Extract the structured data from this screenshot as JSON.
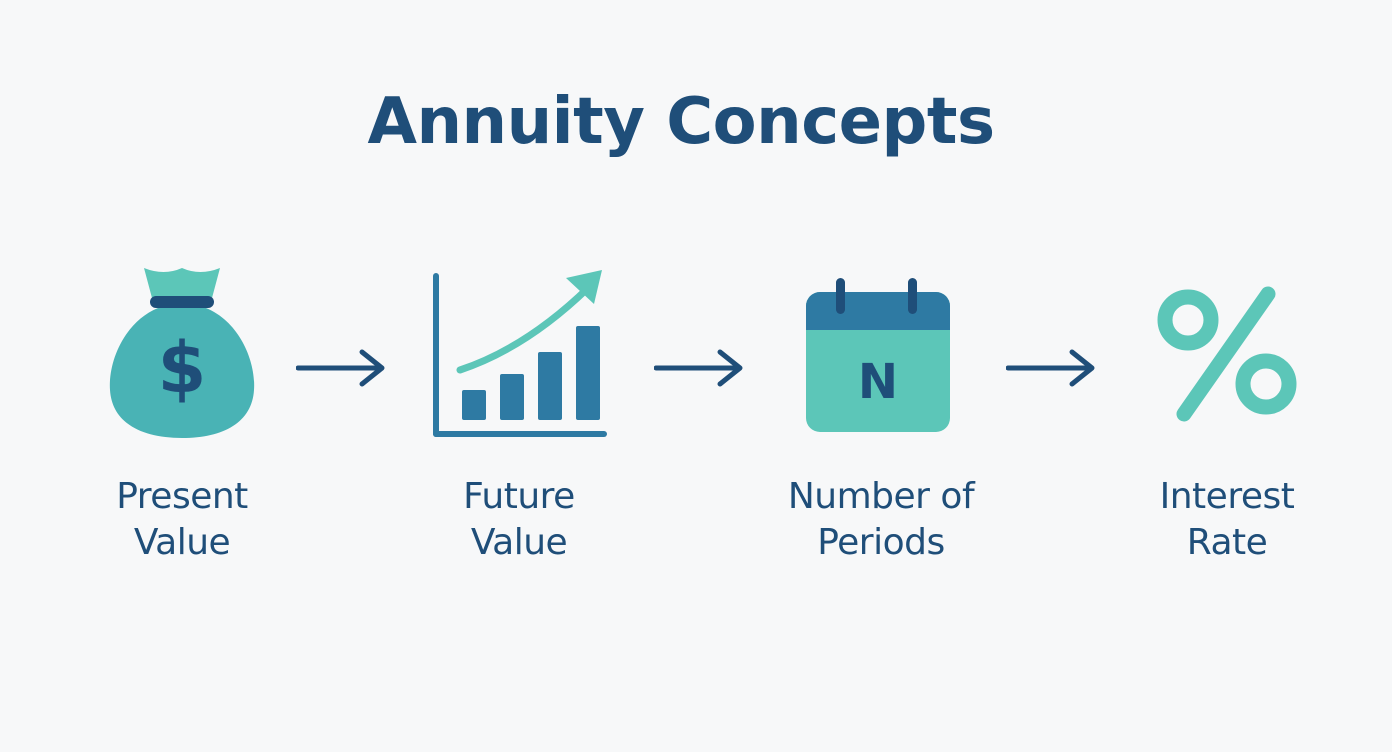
{
  "title": "Annuity Concepts",
  "colors": {
    "title": "#1f4e79",
    "label": "#1f4e79",
    "accent_teal": "#49b3b5",
    "accent_light_teal": "#5cc6b8",
    "accent_blue": "#2e7aa3",
    "arrow": "#1f4e79"
  },
  "steps": [
    {
      "icon": "money-bag-icon",
      "label_line1": "Present",
      "label_line2": "Value"
    },
    {
      "icon": "growth-chart-icon",
      "label_line1": "Future",
      "label_line2": "Value"
    },
    {
      "icon": "calendar-icon",
      "label_line1": "Number of",
      "label_line2": "Periods",
      "icon_text": "N"
    },
    {
      "icon": "percent-icon",
      "label_line1": "Interest",
      "label_line2": "Rate"
    }
  ],
  "connector": "right-arrow-icon"
}
